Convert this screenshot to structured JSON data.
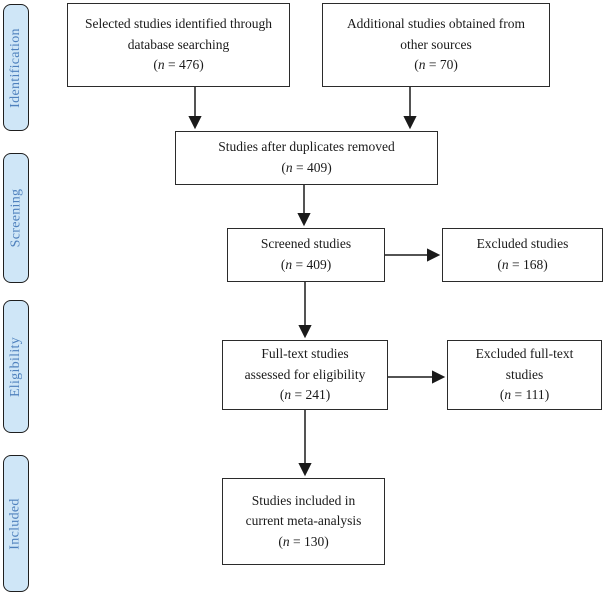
{
  "tokens": {
    "open": "(",
    "n_var": "n",
    "eq": " = ",
    "close": ")"
  },
  "sidebar": {
    "stages": [
      {
        "label": "Identification"
      },
      {
        "label": "Screening"
      },
      {
        "label": "Eligibility"
      },
      {
        "label": "Included"
      }
    ]
  },
  "nodes": {
    "identified": {
      "line1": "Selected studies identified through",
      "line2": "database searching",
      "count": "476"
    },
    "additional": {
      "line1": "Additional studies obtained from",
      "line2": "other sources",
      "count": "70"
    },
    "deduplicated": {
      "line1": "Studies after duplicates removed",
      "count": "409"
    },
    "screened": {
      "line1": "Screened studies",
      "count": "409"
    },
    "excluded_screened": {
      "line1": "Excluded studies",
      "count": "168"
    },
    "fulltext": {
      "line1": "Full-text studies",
      "line2": "assessed for eligibility",
      "count": "241"
    },
    "excluded_fulltext": {
      "line1": "Excluded full-text",
      "line2": "studies",
      "count": "111"
    },
    "included": {
      "line1": "Studies included in",
      "line2": "current meta-analysis",
      "count": "130"
    }
  },
  "colors": {
    "stage_fill": "#cfe6f7",
    "stage_text": "#4f81bd",
    "box_border": "#2b2b2b",
    "arrow": "#1a1a1a"
  }
}
